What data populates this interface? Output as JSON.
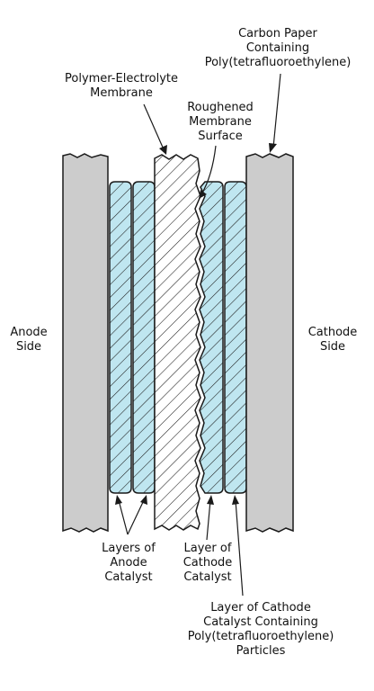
{
  "labels": {
    "carbon_paper": [
      "Carbon Paper",
      "Containing",
      "Poly(tetrafluoroethylene)"
    ],
    "membrane": [
      "Polymer-Electrolyte",
      "Membrane"
    ],
    "roughened": [
      "Roughened",
      "Membrane",
      "Surface"
    ],
    "anode_side": [
      "Anode",
      "Side"
    ],
    "cathode_side": [
      "Cathode",
      "Side"
    ],
    "anode_catalyst": [
      "Layers of",
      "Anode",
      "Catalyst"
    ],
    "cathode_catalyst": [
      "Layer of",
      "Cathode",
      "Catalyst"
    ],
    "ptfe_catalyst": [
      "Layer of Cathode",
      "Catalyst Containing",
      "Poly(tetrafluoroethylene)",
      "Particles"
    ]
  },
  "colors": {
    "carbon_paper_fill": "#cccccc",
    "catalyst_fill": "#bfe6f0",
    "membrane_fill": "#ffffff",
    "outline": "#1a1a1a"
  }
}
